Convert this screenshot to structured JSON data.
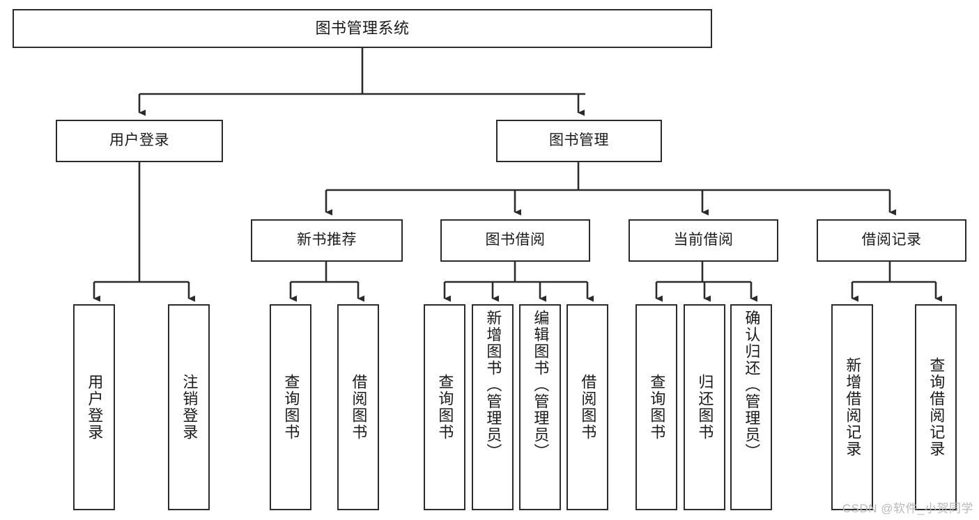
{
  "diagram": {
    "title": "图书管理系统",
    "type": "tree-hierarchy-diagram",
    "colors": {
      "box_border": "#2b2b2b",
      "box_fill": "#ffffff",
      "edge": "#2b2b2b",
      "text": "#1a1a1a",
      "watermark": "#b9b9b9",
      "canvas": "#ffffff"
    }
  },
  "watermark": {
    "text": "CSDN @软件_小贺同学"
  },
  "nodes": {
    "root": {
      "label": "图书管理系统",
      "level": 1
    },
    "level2": [
      {
        "id": "user-login",
        "label": "用户登录"
      },
      {
        "id": "book-management",
        "label": "图书管理"
      }
    ],
    "level3": [
      {
        "id": "new-book-recommend",
        "label": "新书推荐"
      },
      {
        "id": "book-borrow",
        "label": "图书借阅"
      },
      {
        "id": "current-borrow",
        "label": "当前借阅"
      },
      {
        "id": "borrow-record",
        "label": "借阅记录"
      }
    ],
    "leaves": {
      "user_login": [
        {
          "id": "leaf-user-login",
          "label": "用户登录"
        },
        {
          "id": "leaf-user-logout",
          "label": "注销登录"
        }
      ],
      "new_book_recommend": [
        {
          "id": "leaf-query-book-1",
          "label": "查询图书"
        },
        {
          "id": "leaf-borrow-book-1",
          "label": "借阅图书"
        }
      ],
      "book_borrow": [
        {
          "id": "leaf-query-book-2",
          "label": "查询图书"
        },
        {
          "id": "leaf-add-book",
          "label": "新增图书（管理员）"
        },
        {
          "id": "leaf-edit-book",
          "label": "编辑图书（管理员）"
        },
        {
          "id": "leaf-borrow-book-2",
          "label": "借阅图书"
        }
      ],
      "current_borrow": [
        {
          "id": "leaf-query-book-3",
          "label": "查询图书"
        },
        {
          "id": "leaf-return-book",
          "label": "归还图书"
        },
        {
          "id": "leaf-confirm-return",
          "label": "确认归还（管理员）"
        }
      ],
      "borrow_record": [
        {
          "id": "leaf-add-record",
          "label": "新增借阅记录"
        },
        {
          "id": "leaf-query-record",
          "label": "查询借阅记录"
        }
      ]
    }
  }
}
